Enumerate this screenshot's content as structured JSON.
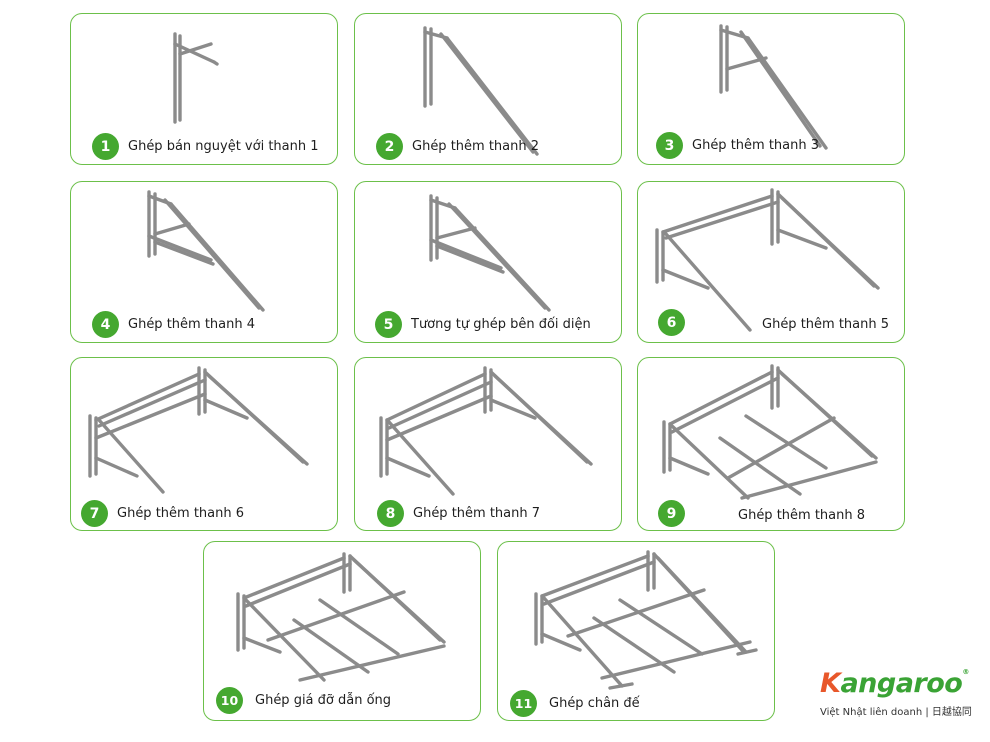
{
  "steps": [
    {
      "number": "1",
      "label": "Ghép bán nguyệt với thanh 1"
    },
    {
      "number": "2",
      "label": "Ghép thêm thanh 2"
    },
    {
      "number": "3",
      "label": "Ghép thêm thanh 3"
    },
    {
      "number": "4",
      "label": "Ghép thêm thanh 4"
    },
    {
      "number": "5",
      "label": "Tương tự ghép bên đối diện"
    },
    {
      "number": "6",
      "label": "Ghép thêm thanh 5"
    },
    {
      "number": "7",
      "label": "Ghép thêm thanh 6"
    },
    {
      "number": "8",
      "label": "Ghép thêm thanh 7"
    },
    {
      "number": "9",
      "label": "Ghép thêm thanh 8"
    },
    {
      "number": "10",
      "label": "Ghép giá đỡ dẫn ống"
    },
    {
      "number": "11",
      "label": "Ghép chân đế"
    }
  ],
  "brand": {
    "name_k": "K",
    "name_rest": "angaroo",
    "registered": "®",
    "tagline": "Việt Nhật liên doanh | 日越協同"
  },
  "colors": {
    "accent_green": "#45a830",
    "border_green": "#6cc04a",
    "frame_grey": "#8b8b8b",
    "logo_orange": "#e8572a"
  }
}
